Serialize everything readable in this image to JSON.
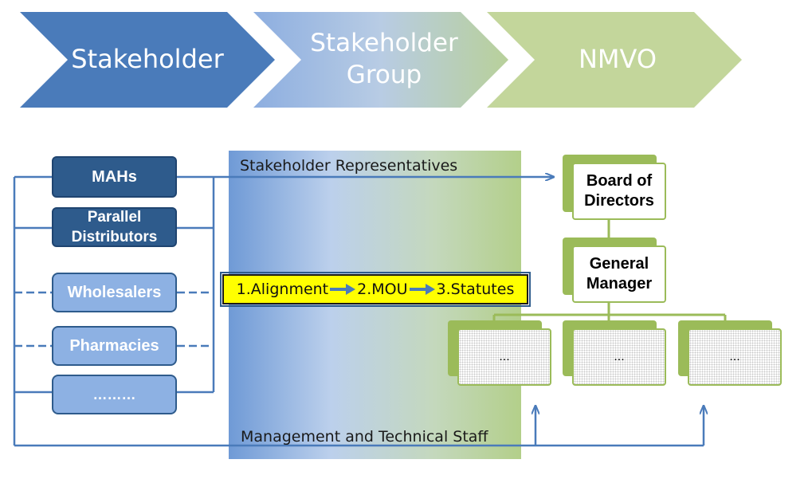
{
  "chevrons": {
    "stage1": "Stakeholder",
    "stage2_line1": "Stakeholder",
    "stage2_line2": "Group",
    "stage3": "NMVO"
  },
  "stakeholders": {
    "mahs": "MAHs",
    "parallel_line1": "Parallel",
    "parallel_line2": "Distributors",
    "wholesalers": "Wholesalers",
    "pharmacies": "Pharmacies",
    "more": "………"
  },
  "labels": {
    "representatives": "Stakeholder Representatives",
    "staff": "Management and Technical Staff"
  },
  "process": {
    "step1": "1.Alignment",
    "step2": "2.MOU",
    "step3": "3.Statutes"
  },
  "nmvo": {
    "board_line1": "Board of",
    "board_line2": "Directors",
    "gm_line1": "General",
    "gm_line2": "Manager",
    "unit1": "...",
    "unit2": "...",
    "unit3": "..."
  },
  "colors": {
    "dark_blue": "#2e5b8c",
    "chevron_blue": "#4a7bba",
    "light_blue": "#8db1e3",
    "green": "#9bbb59",
    "highlight": "#ffff00"
  }
}
